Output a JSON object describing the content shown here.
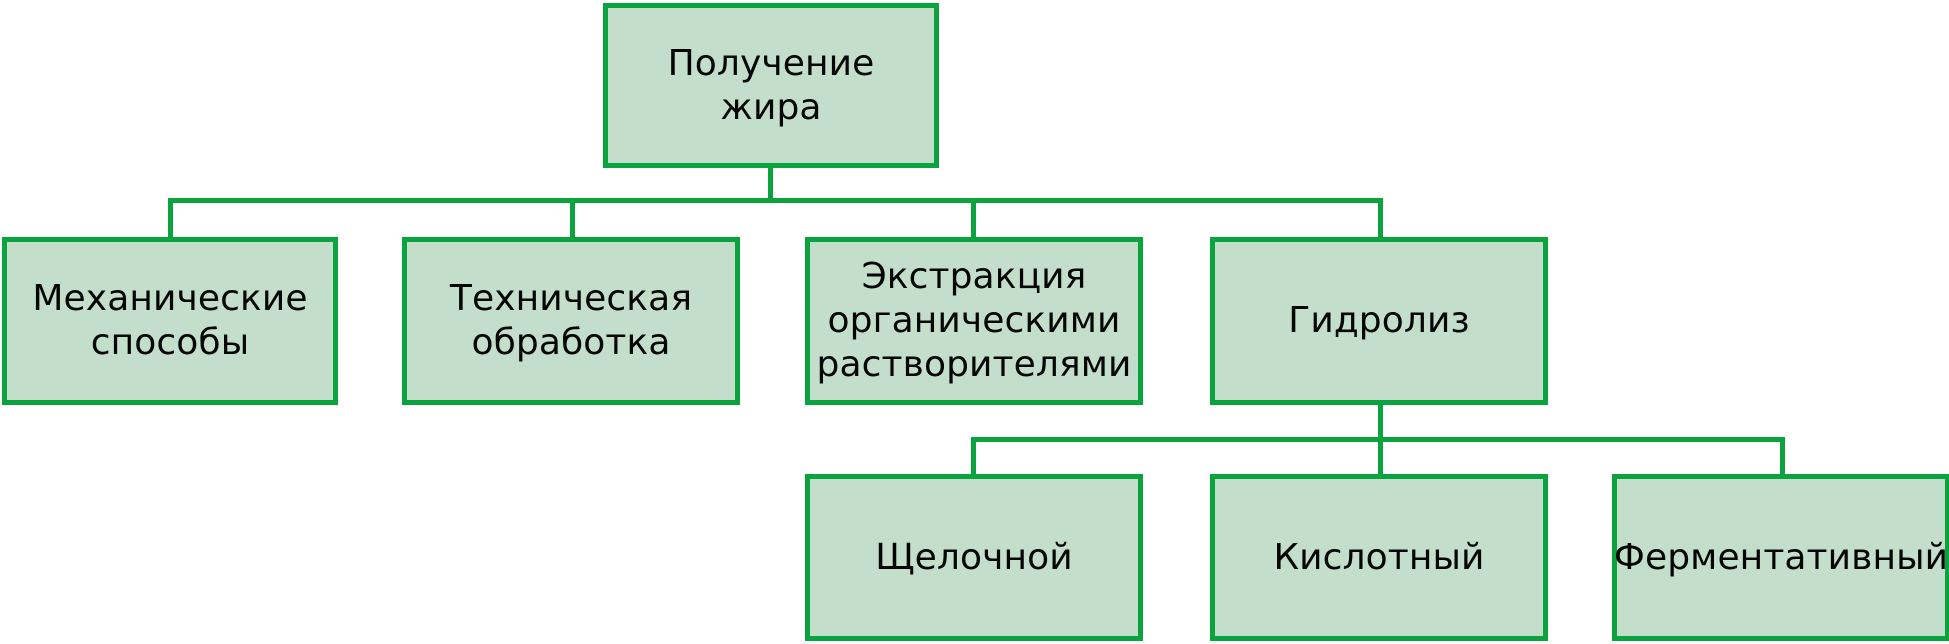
{
  "diagram": {
    "type": "hierarchy-tree",
    "title": "Получение жира",
    "colors": {
      "node_fill": "#c3dfcb",
      "node_border": "#0aa33d",
      "connector": "#0aa33d",
      "text": "#050505",
      "background": "#ffffff"
    },
    "nodes": {
      "root": {
        "label": "Получение жира",
        "level": 1
      },
      "level2": [
        {
          "id": "mech",
          "label": "Механические\nспособы"
        },
        {
          "id": "tech",
          "label": "Техническая\nобработка"
        },
        {
          "id": "extract",
          "label": "Экстракция\nорганическими\nрастворителями"
        },
        {
          "id": "hydro",
          "label": "Гидролиз"
        }
      ],
      "level3": [
        {
          "id": "alkaline",
          "label": "Щелочной"
        },
        {
          "id": "acid",
          "label": "Кислотный"
        },
        {
          "id": "enzymatic",
          "label": "Ферментативный"
        }
      ]
    },
    "edges": [
      {
        "from": "root",
        "to": "mech"
      },
      {
        "from": "root",
        "to": "tech"
      },
      {
        "from": "root",
        "to": "extract"
      },
      {
        "from": "root",
        "to": "hydro"
      },
      {
        "from": "hydro",
        "to": "alkaline"
      },
      {
        "from": "hydro",
        "to": "acid"
      },
      {
        "from": "hydro",
        "to": "enzymatic"
      }
    ]
  }
}
